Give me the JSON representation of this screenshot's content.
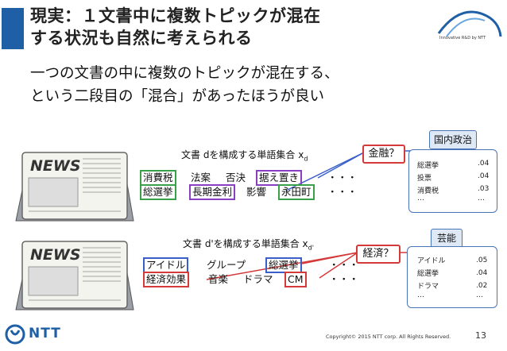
{
  "slide": {
    "title_line1": "現実：１文書中に複数トピックが混在",
    "title_line2": "する状況も自然に考えられる",
    "subtitle_line1": "一つの文書の中に複数のトピックが混在する、",
    "subtitle_line2": "という二段目の「混合」があったほうが良い",
    "logo_text": "Innovative R&D by NTT",
    "page_number": "13",
    "copyright": "Copyright© 2015  NTT corp. All Rights Reserved.",
    "ntt_logo": "NTT"
  },
  "doc1": {
    "newspaper_label": "NEWS",
    "set_label": "文書 dを構成する単語集合 x",
    "set_sub": "d",
    "row1": [
      "消費税",
      "法案",
      "否決",
      "据え置き",
      "・・・"
    ],
    "row2": [
      "総選挙",
      "長期金利",
      "影響",
      "永田町",
      "・・・"
    ],
    "callout": "金融？"
  },
  "doc2": {
    "newspaper_label": "NEWS",
    "set_label": "文書 d'を構成する単語集合 x",
    "set_sub": "d'",
    "row1": [
      "アイドル",
      "グループ",
      "総選挙",
      "・・・"
    ],
    "row2": [
      "経済効果",
      "音楽",
      "ドラマ",
      "CM",
      "・・・"
    ],
    "callout": "経済？"
  },
  "topic_politics": {
    "title": "国内政治",
    "rows": [
      {
        "word": "総選挙",
        "prob": ".04"
      },
      {
        "word": "投票",
        "prob": ".04"
      },
      {
        "word": "消費税",
        "prob": ".03"
      },
      {
        "word": "…",
        "prob": "…"
      }
    ]
  },
  "topic_entertainment": {
    "title": "芸能",
    "rows": [
      {
        "word": "アイドル",
        "prob": ".05"
      },
      {
        "word": "総選挙",
        "prob": ".04"
      },
      {
        "word": "ドラマ",
        "prob": ".02"
      },
      {
        "word": "…",
        "prob": "…"
      }
    ]
  },
  "colors": {
    "accent_blue": "#1f5fa6",
    "box_green": "#3aa04a",
    "box_purple": "#8a3ec2",
    "box_blue": "#3a5fc8",
    "box_red": "#d43a3a"
  }
}
